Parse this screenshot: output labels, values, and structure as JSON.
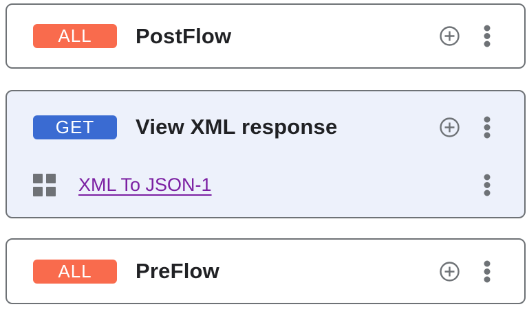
{
  "colors": {
    "badge_all": "#F96B4D",
    "badge_get": "#3A6BD2",
    "card_highlight_bg": "#EDF1FB",
    "card_border": "#6E7276",
    "icon_gray": "#6E7276",
    "link_purple": "#7B1FA2",
    "title_text": "#202124"
  },
  "cards": [
    {
      "badge": "ALL",
      "title": "PostFlow"
    },
    {
      "badge": "GET",
      "title": "View XML response",
      "policies": [
        {
          "name": "XML To JSON-1"
        }
      ]
    },
    {
      "badge": "ALL",
      "title": "PreFlow"
    }
  ]
}
